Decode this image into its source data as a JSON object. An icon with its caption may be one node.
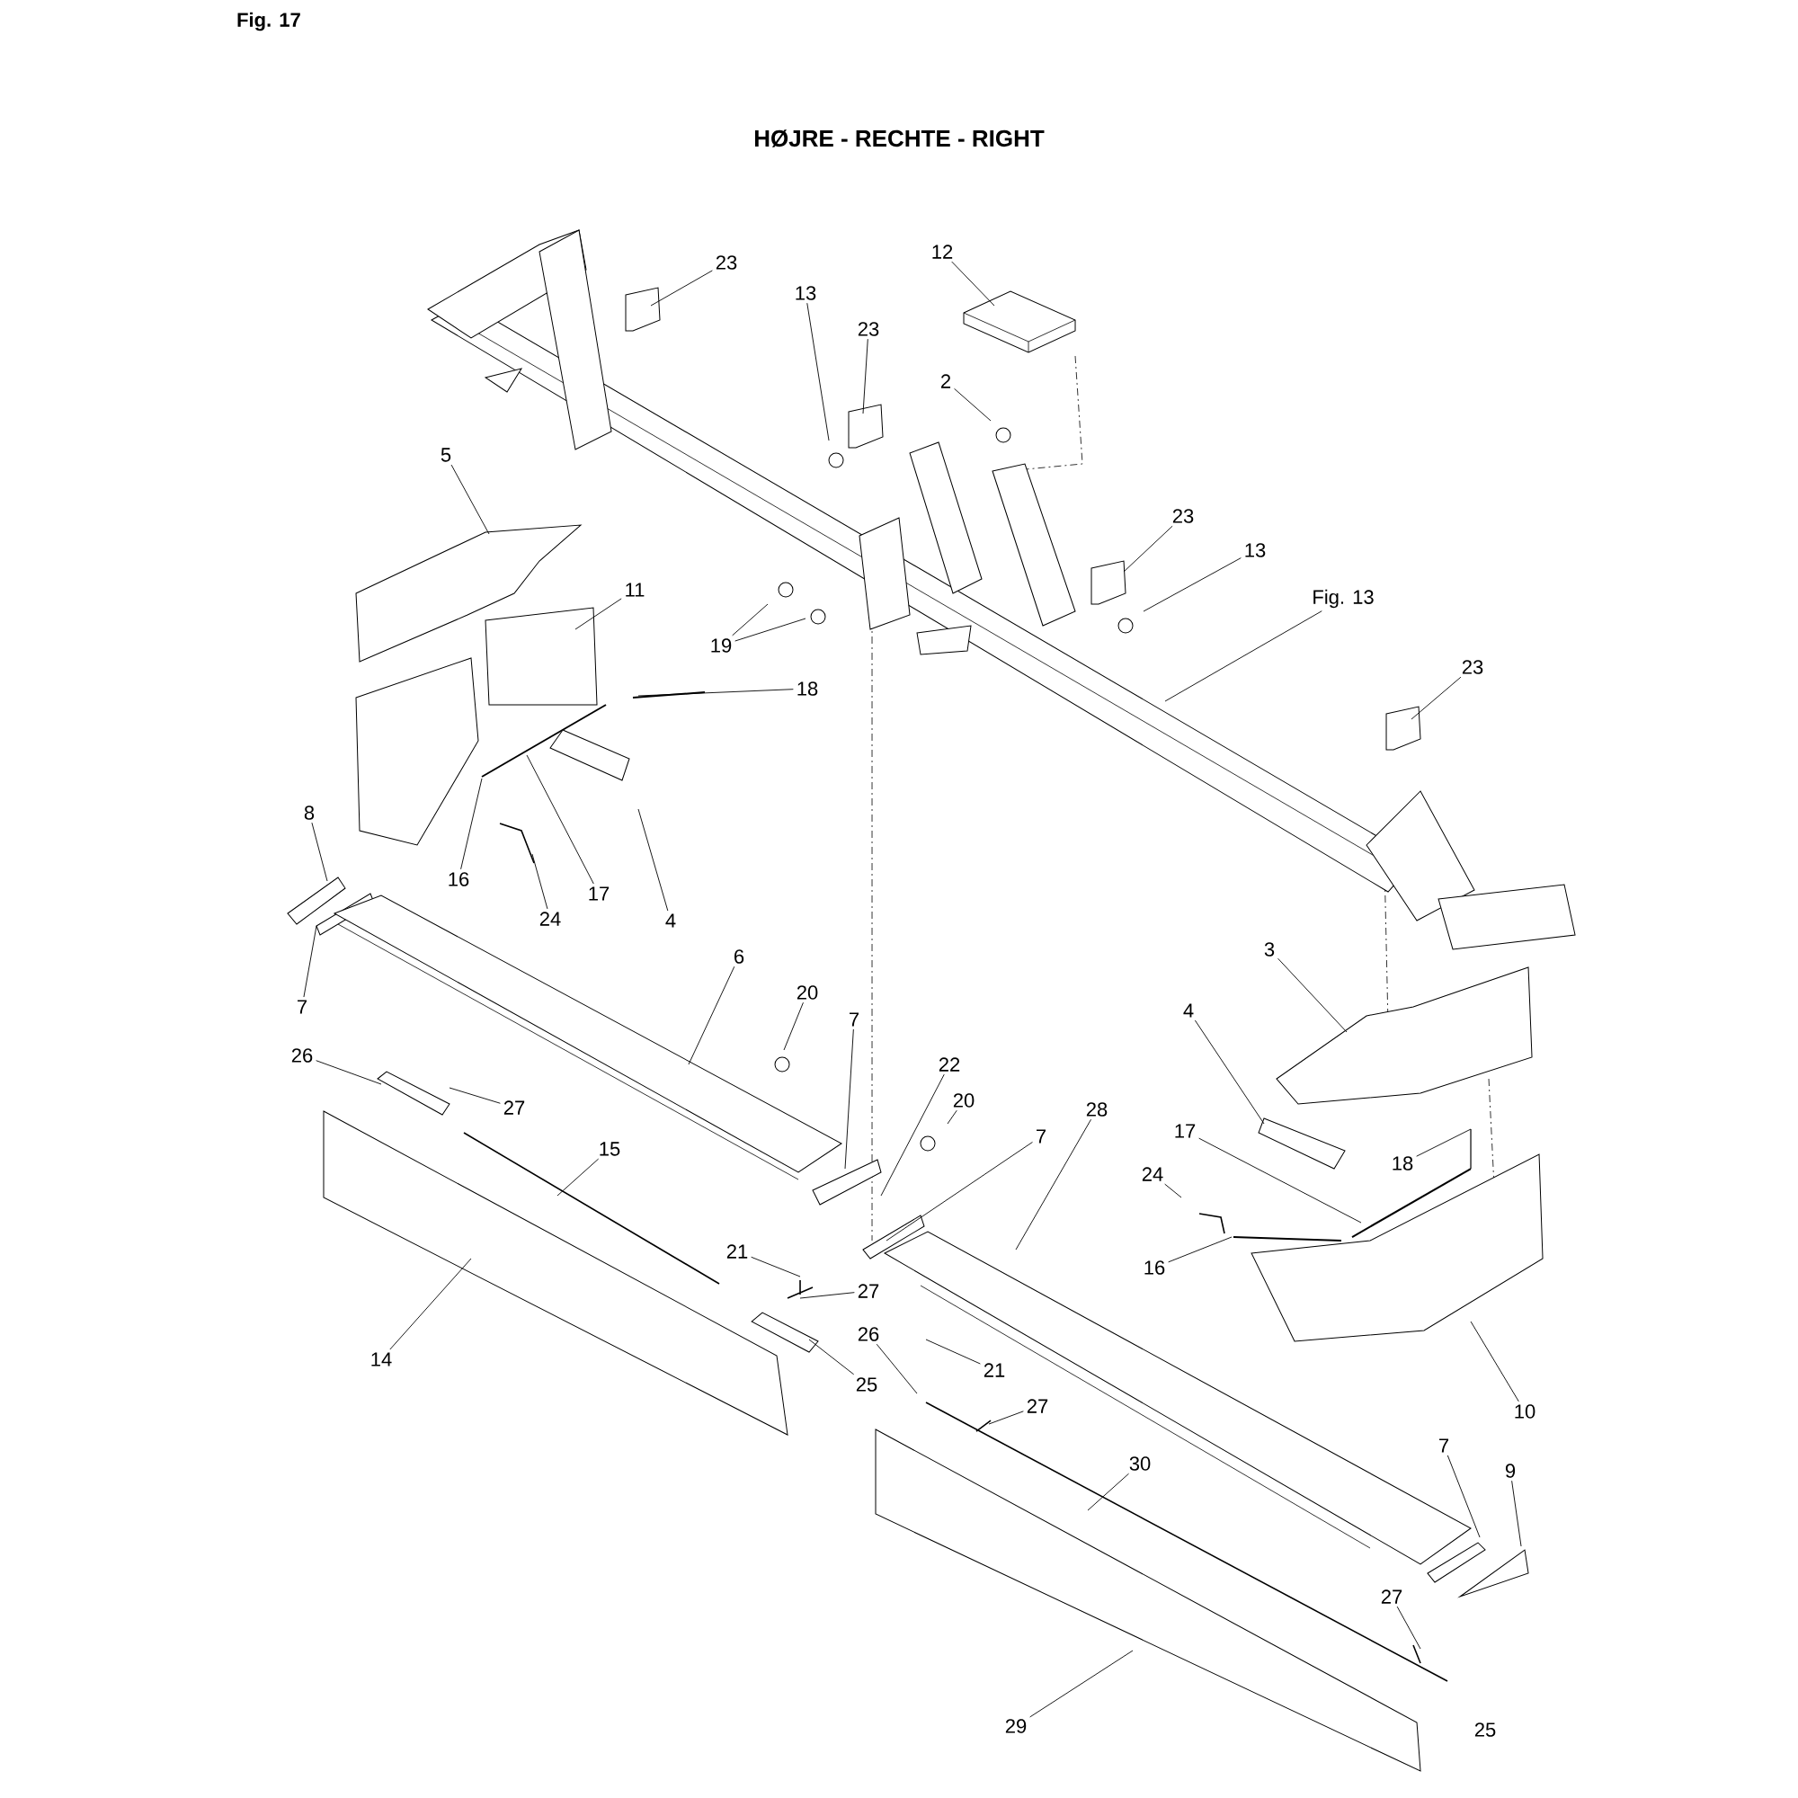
{
  "diagram": {
    "title": "HØJRE - RECHTE - RIGHT",
    "nodes": [
      {
        "text": [
          "23"
        ]
      },
      {
        "text": [
          "13"
        ]
      },
      {
        "text": [
          "23"
        ]
      },
      {
        "text": [
          "12"
        ]
      },
      {
        "text": [
          "2"
        ]
      },
      {
        "text": [
          "23"
        ]
      },
      {
        "text": [
          "13"
        ]
      },
      {
        "text": [
          "Fig. 13"
        ]
      },
      {
        "text": [
          "23"
        ]
      },
      {
        "text": [
          "5"
        ]
      },
      {
        "text": [
          "11"
        ]
      },
      {
        "text": [
          "19"
        ]
      },
      {
        "text": [
          "18"
        ]
      },
      {
        "text": [
          "16"
        ]
      },
      {
        "text": [
          "17"
        ]
      },
      {
        "text": [
          "24"
        ]
      },
      {
        "text": [
          "4"
        ]
      },
      {
        "text": [
          "8"
        ]
      },
      {
        "text": [
          "7"
        ]
      },
      {
        "text": [
          "6"
        ]
      },
      {
        "text": [
          "20"
        ]
      },
      {
        "text": [
          "7"
        ]
      },
      {
        "text": [
          "26"
        ]
      },
      {
        "text": [
          "27"
        ]
      },
      {
        "text": [
          "15"
        ]
      },
      {
        "text": [
          "22"
        ]
      },
      {
        "text": [
          "20"
        ]
      },
      {
        "text": [
          "7"
        ]
      },
      {
        "text": [
          "28"
        ]
      },
      {
        "text": [
          "21"
        ]
      },
      {
        "text": [
          "27"
        ]
      },
      {
        "text": [
          "25"
        ]
      },
      {
        "text": [
          "14"
        ]
      },
      {
        "text": [
          "26"
        ]
      },
      {
        "text": [
          "21"
        ]
      },
      {
        "text": [
          "27"
        ]
      },
      {
        "text": [
          "30"
        ]
      },
      {
        "text": [
          "3"
        ]
      },
      {
        "text": [
          "4"
        ]
      },
      {
        "text": [
          "17"
        ]
      },
      {
        "text": [
          "18"
        ]
      },
      {
        "text": [
          "24"
        ]
      },
      {
        "text": [
          "16"
        ]
      },
      {
        "text": [
          "10"
        ]
      },
      {
        "text": [
          "7"
        ]
      },
      {
        "text": [
          "9"
        ]
      },
      {
        "text": [
          "27"
        ]
      },
      {
        "text": [
          "29"
        ]
      },
      {
        "text": [
          "25"
        ]
      }
    ],
    "edges": [
      {
        "from": 0,
        "to": null,
        "arrow": "none"
      },
      {
        "from": 1,
        "to": null,
        "arrow": "none"
      },
      {
        "from": 2,
        "to": null,
        "arrow": "none"
      },
      {
        "from": 3,
        "to": null,
        "arrow": "none"
      },
      {
        "from": 4,
        "to": null,
        "arrow": "none"
      },
      {
        "from": 5,
        "to": null,
        "arrow": "none"
      },
      {
        "from": 6,
        "to": null,
        "arrow": "none"
      },
      {
        "from": 7,
        "to": null,
        "arrow": "none"
      },
      {
        "from": 8,
        "to": null,
        "arrow": "none"
      },
      {
        "from": 9,
        "to": null,
        "arrow": "none"
      },
      {
        "from": 10,
        "to": null,
        "arrow": "none"
      },
      {
        "from": 11,
        "to": null,
        "arrow": "none"
      },
      {
        "from": 11,
        "to": null,
        "arrow": "none"
      },
      {
        "from": 12,
        "to": null,
        "arrow": "none"
      },
      {
        "from": 13,
        "to": null,
        "arrow": "none"
      },
      {
        "from": 14,
        "to": null,
        "arrow": "none"
      },
      {
        "from": 15,
        "to": null,
        "arrow": "none"
      },
      {
        "from": 16,
        "to": null,
        "arrow": "none"
      },
      {
        "from": 17,
        "to": null,
        "arrow": "none"
      },
      {
        "from": 18,
        "to": null,
        "arrow": "none"
      },
      {
        "from": 19,
        "to": null,
        "arrow": "none"
      },
      {
        "from": 20,
        "to": null,
        "arrow": "none"
      },
      {
        "from": 21,
        "to": null,
        "arrow": "none"
      },
      {
        "from": 22,
        "to": null,
        "arrow": "none"
      },
      {
        "from": 23,
        "to": null,
        "arrow": "none"
      },
      {
        "from": 24,
        "to": null,
        "arrow": "none"
      },
      {
        "from": 25,
        "to": null,
        "arrow": "none"
      },
      {
        "from": 26,
        "to": null,
        "arrow": "none"
      },
      {
        "from": 27,
        "to": null,
        "arrow": "none"
      },
      {
        "from": 28,
        "to": null,
        "arrow": "none"
      },
      {
        "from": 29,
        "to": null,
        "arrow": "none"
      },
      {
        "from": 30,
        "to": null,
        "arrow": "none"
      },
      {
        "from": 31,
        "to": null,
        "arrow": "none"
      },
      {
        "from": 32,
        "to": null,
        "arrow": "none"
      },
      {
        "from": 33,
        "to": null,
        "arrow": "none"
      },
      {
        "from": 34,
        "to": null,
        "arrow": "none"
      },
      {
        "from": 35,
        "to": null,
        "arrow": "none"
      },
      {
        "from": 36,
        "to": null,
        "arrow": "none"
      },
      {
        "from": 37,
        "to": null,
        "arrow": "none"
      },
      {
        "from": 38,
        "to": null,
        "arrow": "none"
      },
      {
        "from": 39,
        "to": null,
        "arrow": "none"
      },
      {
        "from": 40,
        "to": null,
        "arrow": "none"
      },
      {
        "from": 41,
        "to": null,
        "arrow": "none"
      },
      {
        "from": 42,
        "to": null,
        "arrow": "none"
      },
      {
        "from": 43,
        "to": null,
        "arrow": "none"
      },
      {
        "from": 44,
        "to": null,
        "arrow": "none"
      },
      {
        "from": 45,
        "to": null,
        "arrow": "none"
      },
      {
        "from": 46,
        "to": null,
        "arrow": "none"
      },
      {
        "from": 47,
        "to": null,
        "arrow": "none"
      }
    ],
    "labels": [
      "Fig. 17"
    ]
  }
}
